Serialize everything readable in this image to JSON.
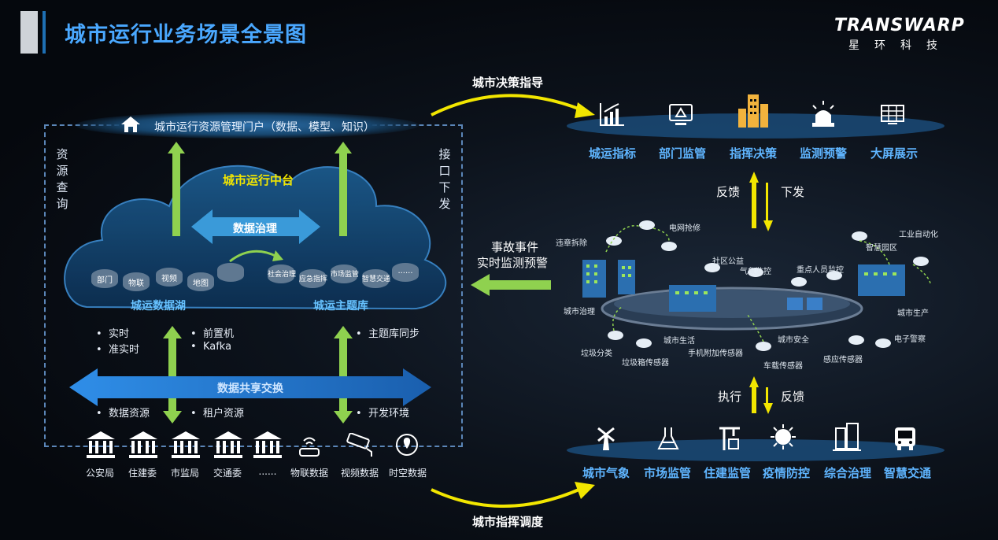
{
  "header": {
    "title": "城市运行业务场景全景图",
    "logo_text": "TRANSWARP",
    "logo_sub": "星环科技"
  },
  "left": {
    "portal": "城市运行资源管理门户（数据、模型、知识）",
    "side_left": [
      "资",
      "源",
      "查",
      "询"
    ],
    "side_right": [
      "接",
      "口",
      "下",
      "发"
    ],
    "middle_platform": "城市运行中台",
    "governance": "数据治理",
    "data_lake": {
      "label": "城运数据湖",
      "disks": [
        "部门",
        "物联",
        "视频",
        "地图",
        ""
      ]
    },
    "theme_db": {
      "label": "城运主题库",
      "disks": [
        "社会治理",
        "应急指挥",
        "市场监管",
        "智慧交通",
        "......"
      ]
    },
    "notes_left": [
      "实时",
      "准实时"
    ],
    "notes_mid": [
      "前置机",
      "Kafka"
    ],
    "notes_right": [
      "主题库同步"
    ],
    "exchange": "数据共享交换",
    "bottom_notes": [
      "数据资源",
      "租户资源",
      "开发环境"
    ],
    "sources": [
      "公安局",
      "住建委",
      "市监局",
      "交通委",
      "......",
      "物联数据",
      "视频数据",
      "时空数据"
    ]
  },
  "arrows": {
    "decision": "城市决策指导",
    "dispatch": "城市指挥调度",
    "incident": [
      "事故事件",
      "实时监测预警"
    ],
    "feedback_up": "反馈",
    "issue_down": "下发",
    "execute": "执行",
    "feedback_down": "反馈"
  },
  "top_row": [
    "城运指标",
    "部门监管",
    "指挥决策",
    "监测预警",
    "大屏展示"
  ],
  "bottom_row": [
    "城市气象",
    "市场监管",
    "住建监管",
    "疫情防控",
    "综合治理",
    "智慧交通"
  ],
  "city": {
    "labels": [
      "违章拆除",
      "电网抢修",
      "社区公益",
      "气象监控",
      "重点人员监控",
      "智慧园区",
      "工业自动化",
      "城市治理",
      "城市生活",
      "城市安全",
      "城市生产",
      "垃圾分类",
      "垃圾箱传感器",
      "手机附加传感器",
      "车载传感器",
      "感应传感器",
      "电子警察"
    ]
  },
  "colors": {
    "accent_blue": "#4aa8ff",
    "yellow": "#f2e600",
    "green": "#8fd14f",
    "exchange": "#2a7fd4"
  }
}
